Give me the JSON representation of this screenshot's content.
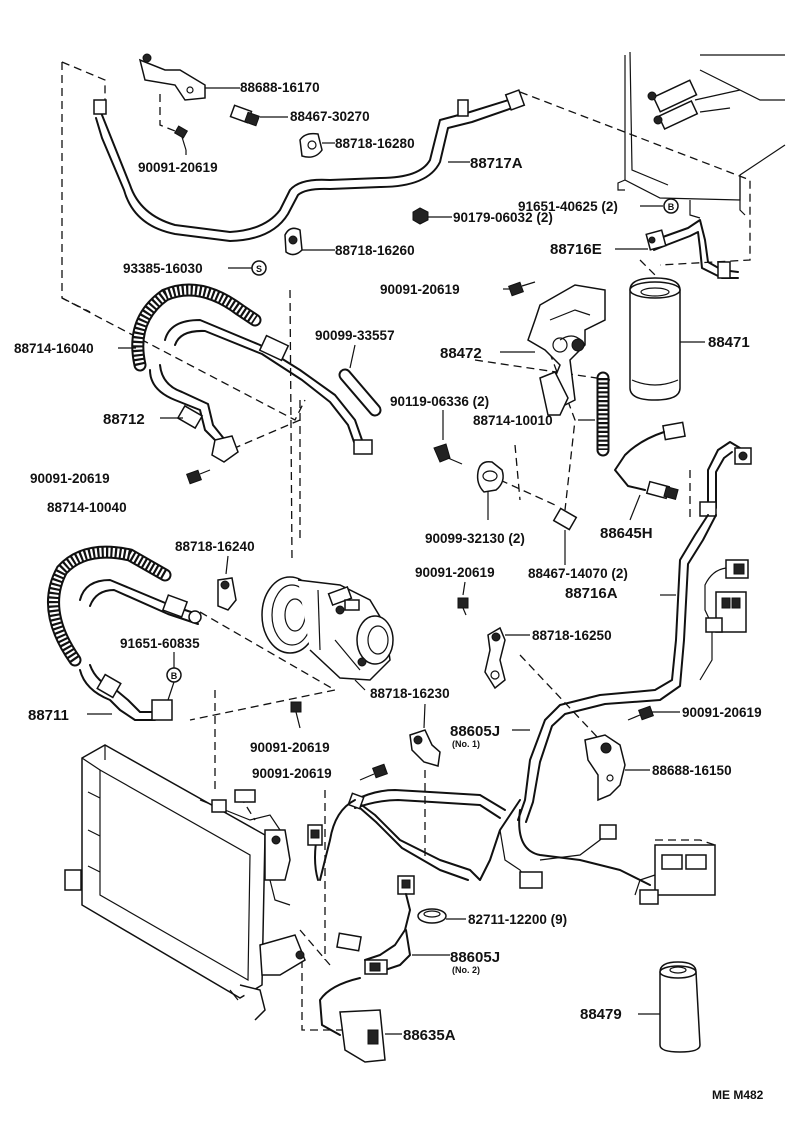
{
  "labels": {
    "p88688_16170": "88688-16170",
    "p88467_30270": "88467-30270",
    "p88718_16280": "88718-16280",
    "p88717A": "88717A",
    "p90091_20619_a": "90091-20619",
    "p91651_40625": "91651-40625 (2)",
    "p90179_06032": "90179-06032 (2)",
    "p88716E": "88716E",
    "p93385_16030": "93385-16030",
    "p88718_16260": "88718-16260",
    "p90091_20619_b": "90091-20619",
    "p88471": "88471",
    "p90099_33557": "90099-33557",
    "p88714_16040": "88714-16040",
    "p88472": "88472",
    "p90119_06336": "90119-06336 (2)",
    "p88712": "88712",
    "p88714_10010": "88714-10010",
    "p90091_20619_c": "90091-20619",
    "p88645H": "88645H",
    "p88714_10040": "88714-10040",
    "p90099_32130": "90099-32130 (2)",
    "p88467_14070": "88467-14070 (2)",
    "p88718_16240": "88718-16240",
    "p90091_20619_d": "90091-20619",
    "p88716A": "88716A",
    "p91651_60835": "91651-60835",
    "p88718_16250": "88718-16250",
    "p88711": "88711",
    "p88718_16230": "88718-16230",
    "p88605J_1": "88605J",
    "p88605J_1_sub": "(No. 1)",
    "p90091_20619_e": "90091-20619",
    "p90091_20619_f": "90091-20619",
    "p88688_16150": "88688-16150",
    "p90091_20619_g": "90091-20619",
    "p82711_12200": "82711-12200 (9)",
    "p88605J_2": "88605J",
    "p88605J_2_sub": "(No. 2)",
    "p88479": "88479",
    "p88635A": "88635A",
    "code": "ME M482"
  },
  "markers": {
    "s": "S",
    "b1": "B",
    "b2": "B"
  }
}
